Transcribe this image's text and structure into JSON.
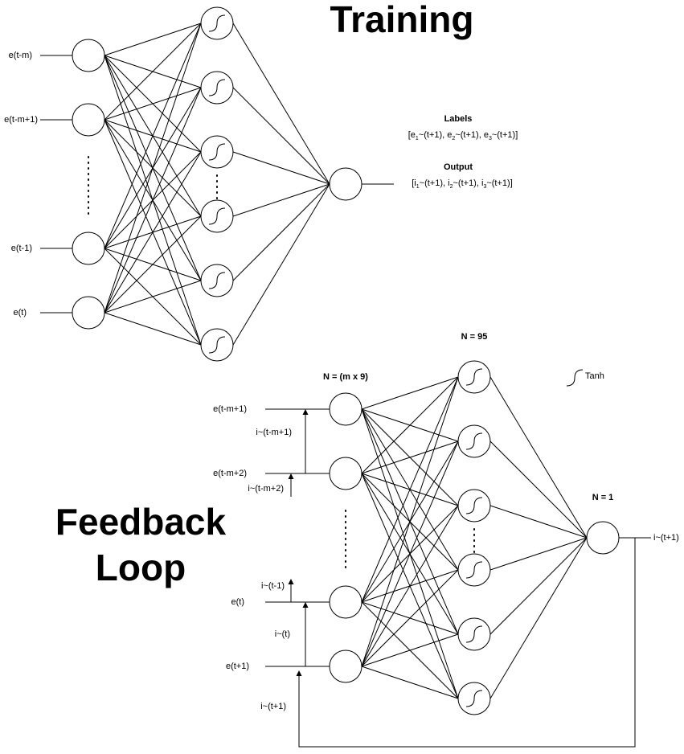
{
  "training": {
    "title": "Training",
    "inputs": [
      "e(t-m)",
      "e(t-m+1)",
      "e(t-1)",
      "e(t)"
    ],
    "labels_heading": "Labels",
    "labels": [
      {
        "b": "e",
        "s": "1",
        "t": "~(t+1)"
      },
      {
        "b": "e",
        "s": "2",
        "t": "~(t+1)"
      },
      {
        "b": "e",
        "s": "3",
        "t": "~(t+1)"
      }
    ],
    "output_heading": "Output",
    "outputs": [
      {
        "b": "i",
        "s": "1",
        "t": "~(t+1)"
      },
      {
        "b": "i",
        "s": "2",
        "t": "~(t+1)"
      },
      {
        "b": "i",
        "s": "3",
        "t": "~(t+1)"
      }
    ]
  },
  "feedback": {
    "title_line1": "Feedback",
    "title_line2": "Loop",
    "input_count": "N = (m x 9)",
    "hidden_count": "N = 95",
    "output_count": "N = 1",
    "legend": "Tanh",
    "inputs": [
      "e(t-m+1)",
      "e(t-m+2)",
      "e(t)",
      "e(t+1)"
    ],
    "feedback_labels": [
      "i~(t-m+1)",
      "i~(t-m+2)",
      "i~(t-1)",
      "i~(t)",
      "i~(t+1)"
    ],
    "output": "i~(t+1)"
  }
}
